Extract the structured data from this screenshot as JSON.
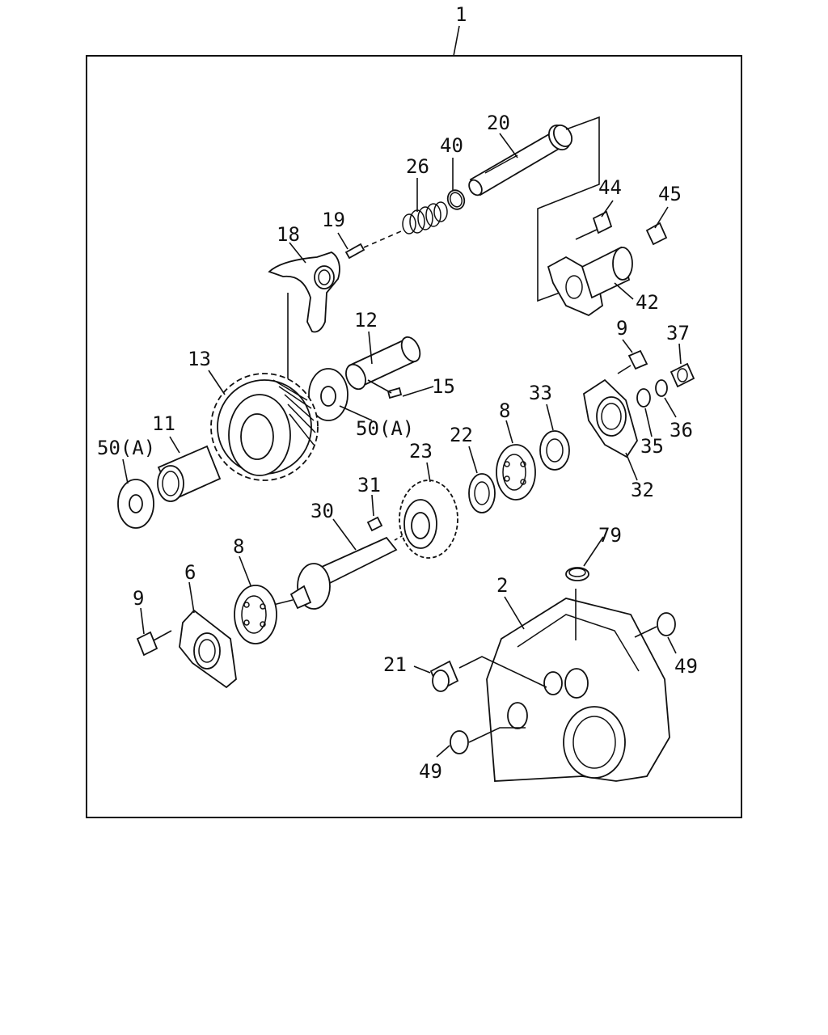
{
  "callouts": {
    "c1": "1",
    "c2": "2",
    "c6": "6",
    "c8a": "8",
    "c8b": "8",
    "c9a": "9",
    "c9b": "9",
    "c11": "11",
    "c12": "12",
    "c13": "13",
    "c15": "15",
    "c18": "18",
    "c19": "19",
    "c20": "20",
    "c21": "21",
    "c22": "22",
    "c23": "23",
    "c26": "26",
    "c30": "30",
    "c31": "31",
    "c32": "32",
    "c33": "33",
    "c35": "35",
    "c36": "36",
    "c37": "37",
    "c40": "40",
    "c42": "42",
    "c44": "44",
    "c45": "45",
    "c49a": "49",
    "c49b": "49",
    "c50a": "50(A)",
    "c50b": "50(A)",
    "c79": "79"
  }
}
